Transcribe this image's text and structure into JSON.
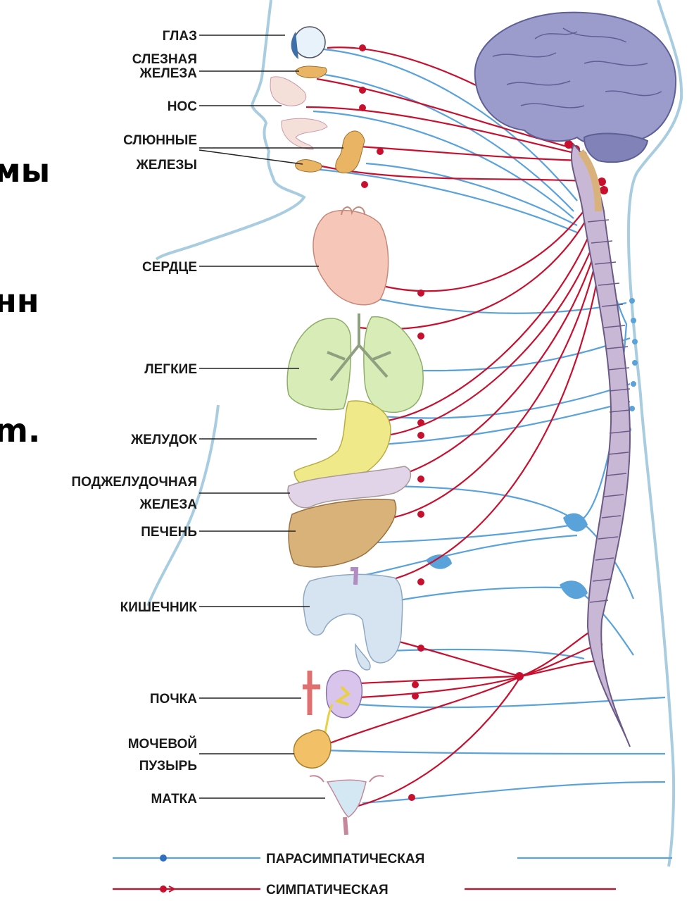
{
  "cut_text": [
    "мы",
    "нн",
    "m."
  ],
  "labels": {
    "eye": "ГЛАЗ",
    "lacrimal": [
      "СЛЕЗНАЯ",
      "ЖЕЛЕЗА"
    ],
    "nose": "НОС",
    "salivary": [
      "СЛЮННЫЕ",
      "ЖЕЛЕЗЫ"
    ],
    "heart": "СЕРДЦЕ",
    "lungs": "ЛЕГКИЕ",
    "stomach": "ЖЕЛУДОК",
    "pancreas": [
      "ПОДЖЕЛУДОЧНАЯ",
      "ЖЕЛЕЗА"
    ],
    "liver": "ПЕЧЕНЬ",
    "intestine": "КИШЕЧНИК",
    "kidney": "ПОЧКА",
    "bladder": [
      "МОЧЕВОЙ",
      "ПУЗЫРЬ"
    ],
    "uterus": "МАТКА"
  },
  "legend": {
    "parasympathetic": "ПАРАСИМПАТИЧЕСКАЯ",
    "sympathetic": "СИМПАТИЧЕСКАЯ"
  },
  "colors": {
    "parasympathetic": "#4a90d0",
    "sympathetic": "#c8102e",
    "brain": "#9b9ccc",
    "spine": "#b9a6c8"
  }
}
